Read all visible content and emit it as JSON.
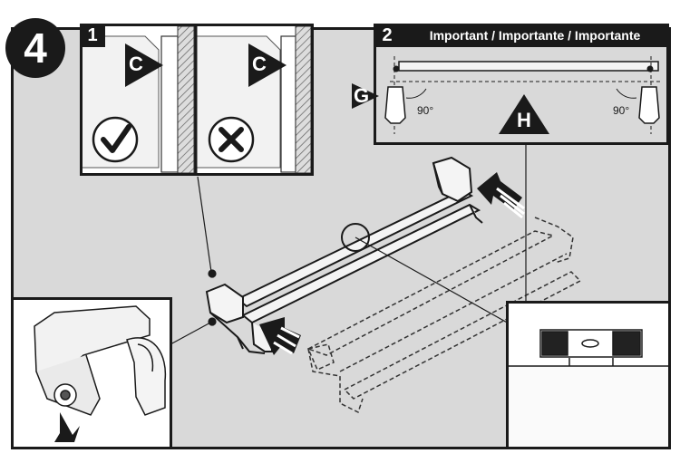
{
  "step_number": "4",
  "inset_1": {
    "number": "1",
    "label_left": "C",
    "label_right": "C"
  },
  "inset_2": {
    "number": "2",
    "header": "Important / Importante / Importante",
    "label_g": "G",
    "label_h": "H",
    "angle_left": "90°",
    "angle_right": "90°"
  }
}
